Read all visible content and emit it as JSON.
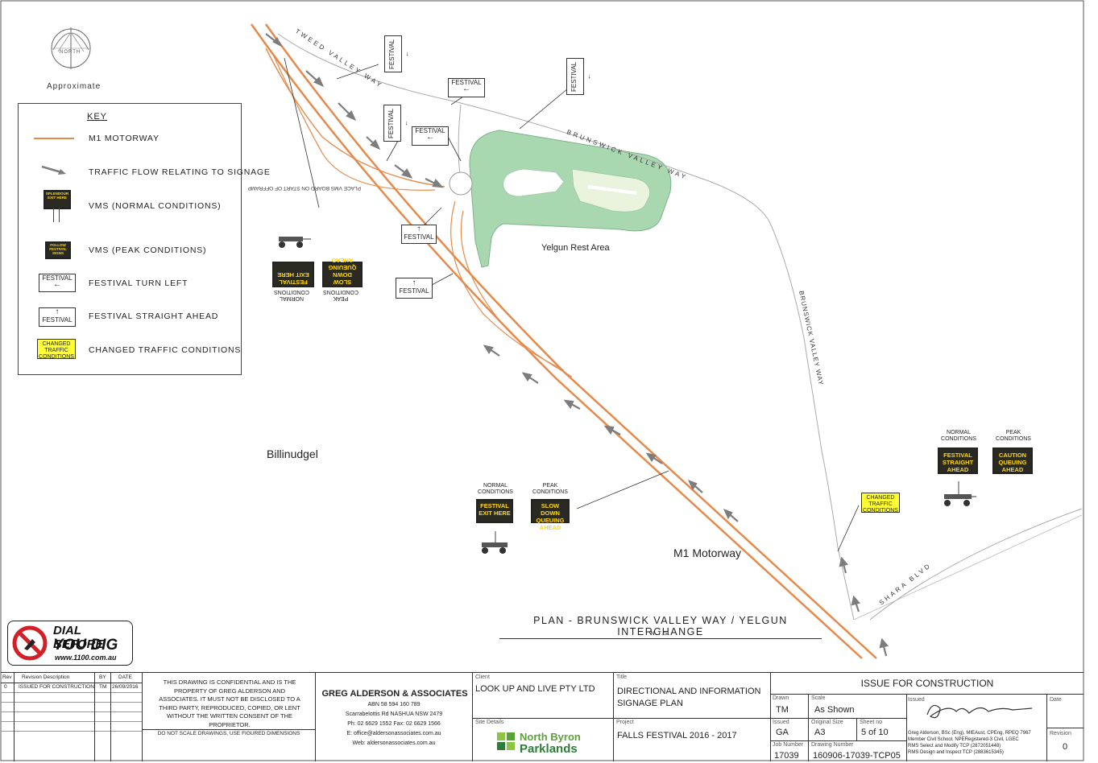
{
  "compass": {
    "label": "NORTH",
    "note": "Approximate"
  },
  "key": {
    "title": "KEY",
    "items": [
      {
        "label": "M1 MOTORWAY"
      },
      {
        "label": "TRAFFIC FLOW RELATING TO SIGNAGE"
      },
      {
        "label": "VMS (NORMAL CONDITIONS)",
        "sample": "SPLENDOUR EXIT HERE"
      },
      {
        "label": "VMS (PEAK CONDITIONS)",
        "sample": "FOLLOW FESTIVAL SIGNS"
      },
      {
        "label": "FESTIVAL TURN LEFT",
        "sample": "FESTIVAL"
      },
      {
        "label": "FESTIVAL STRAIGHT AHEAD",
        "sample": "FESTIVAL"
      },
      {
        "label": "CHANGED TRAFFIC CONDITIONS",
        "sample": "CHANGED TRAFFIC CONDITIONS"
      }
    ]
  },
  "map": {
    "roads": {
      "tweed": "TWEED VALLEY WAY",
      "brunswick_top": "BRUNSWICK VALLEY WAY",
      "brunswick_side": "BRUNSWICK VALLEY WAY",
      "shara": "SHARA BLVD"
    },
    "places": {
      "rest_area": "Yelgun Rest Area",
      "billinudgel": "Billinudgel",
      "m1": "M1 Motorway"
    },
    "festival_sign": "FESTIVAL",
    "offramp_note": "PLACE VMS BOARD ON START OF OFFRAMP",
    "vms_upper": {
      "normal": {
        "text": "FESTIVAL EXIT HERE",
        "caption": "NORMAL CONDITIONS"
      },
      "peak": {
        "text": "SLOW DOWN QUEUING AHEAD",
        "caption": "PEAK CONDITIONS"
      }
    },
    "vms_lower": {
      "normal_caption": "NORMAL CONDITIONS",
      "peak_caption": "PEAK CONDITIONS",
      "normal": "FESTIVAL EXIT HERE",
      "peak": "SLOW DOWN QUEUING AHEAD"
    },
    "vms_right": {
      "normal_caption": "NORMAL CONDITIONS",
      "peak_caption": "PEAK CONDITIONS",
      "normal": "FESTIVAL STRAIGHT AHEAD",
      "peak": "CAUTION QUEUING AHEAD"
    },
    "ctc_sign": "CHANGED TRAFFIC CONDITIONS",
    "plan_title": "PLAN - BRUNSWICK VALLEY WAY / YELGUN INTERCHANGE",
    "plan_scale": "N.T.S."
  },
  "dial": {
    "line1": "DIAL BEFORE",
    "line2": "YOU DIG",
    "url": "www.1100.com.au"
  },
  "title_block": {
    "rev_header": {
      "rev": "Rev",
      "desc": "Revision Description",
      "by": "BY",
      "date": "DATE"
    },
    "rev_row": {
      "rev": "0",
      "desc": "ISSUED FOR CONSTRUCTION",
      "by": "TM",
      "date": "26/09/2016"
    },
    "confidential": "THIS DRAWING IS CONFIDENTIAL AND IS THE PROPERTY OF GREG ALDERSON AND ASSOCIATES. IT MUST NOT BE DISCLOSED TO A THIRD PARTY, REPRODUCED, COPIED, OR LENT WITHOUT THE WRITTEN CONSENT OF THE PROPRIETOR.",
    "no_scale": "DO NOT SCALE DRAWINGS, USE FIGURED DIMENSIONS",
    "company": {
      "name": "GREG ALDERSON & ASSOCIATES",
      "abn": "ABN 58 594 160 789",
      "address": "Scarrabelottis Rd NASHUA NSW 2479",
      "phone": "Ph: 02 6629 1552  Fax: 02 6629 1566",
      "email": "E: office@aldersonassociates.com.au",
      "web": "Web: aldersonassociates.com.au"
    },
    "client_label": "Client",
    "client": "LOOK UP AND LIVE PTY LTD",
    "site_label": "Site Details",
    "site_logo_1": "North Byron",
    "site_logo_2": "Parklands",
    "title_label": "Title",
    "title": "DIRECTIONAL AND INFORMATION SIGNAGE PLAN",
    "project_label": "Project",
    "project": "FALLS FESTIVAL 2016 - 2017",
    "issue": "ISSUE FOR CONSTRUCTION",
    "drawn_label": "Drawn",
    "drawn": "TM",
    "scale_label": "Scale",
    "scale": "As Shown",
    "issued_label": "Issued",
    "issued": "GA",
    "orig_label": "Original Size",
    "orig": "A3",
    "sheet_label": "Sheet no",
    "sheet": "5 of 10",
    "job_label": "Job Number",
    "job": "17039",
    "drawing_label": "Drawing Number",
    "drawing": "160906-17039-TCP05",
    "signed_label": "Issued",
    "date_label": "Date",
    "revision_label": "Revision",
    "revision": "0",
    "credentials": [
      "Greg Alderson, BSc (Eng), MIEAust, CPEng, RPEQ 7967",
      "Member Civil School, NPERegistered-3 Civil, LGEC",
      "RMS Select and Modify TCP (2872051448)",
      "RMS Design and Inspect TCP (2883615345)"
    ]
  }
}
